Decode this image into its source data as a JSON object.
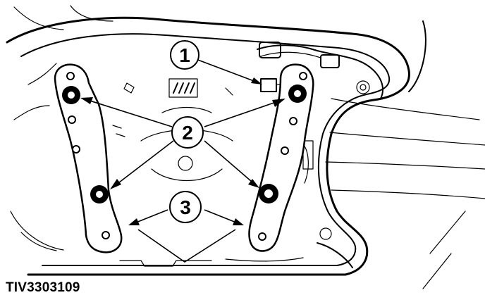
{
  "figure": {
    "reference_code": "TIV3303109",
    "callouts": [
      {
        "id": "callout-1",
        "label": "1"
      },
      {
        "id": "callout-2",
        "label": "2"
      },
      {
        "id": "callout-3",
        "label": "3"
      }
    ]
  }
}
